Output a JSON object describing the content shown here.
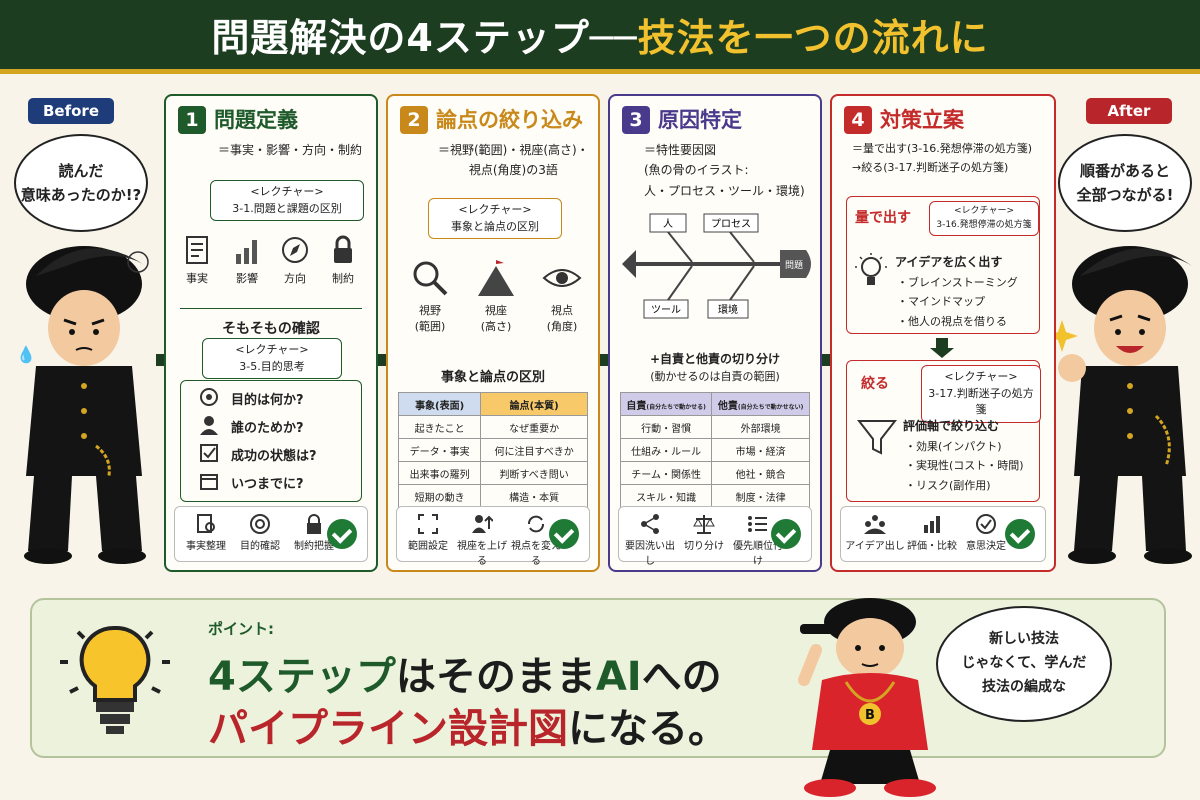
{
  "header": {
    "title_main": "問題解決の4ステップ──",
    "title_accent": "技法を一つの流れに"
  },
  "before": {
    "label": "Before",
    "bubble_l1": "読んだ",
    "bubble_l2": "意味あったのか!?"
  },
  "after": {
    "label": "After",
    "bubble_l1": "順番があると",
    "bubble_l2": "全部つながる!"
  },
  "colors": {
    "step1": "#1f5a2a",
    "step2": "#c8891a",
    "step3": "#4a3a8c",
    "step4": "#c42b2b",
    "dark_green": "#1c3d20",
    "navy": "#1e3b7a"
  },
  "step1": {
    "num": "1",
    "title": "問題定義",
    "desc": "＝事実・影響・方向・制約",
    "lecture_head": "<レクチャー>",
    "lecture_body": "3-1.問題と課題の区別",
    "icons": [
      "事実",
      "影響",
      "方向",
      "制約"
    ],
    "confirm_title": "そもそもの確認",
    "confirm_lecture_head": "<レクチャー>",
    "confirm_lecture_body": "3-5.目的思考",
    "questions": [
      "目的は何か?",
      "誰のためか?",
      "成功の状態は?",
      "いつまでに?"
    ],
    "footer": [
      "事実整理",
      "目的確認",
      "制約把握"
    ]
  },
  "step2": {
    "num": "2",
    "title": "論点の絞り込み",
    "desc_l1": "＝視野(範囲)・視座(高さ)・",
    "desc_l2": "視点(角度)の3語",
    "lecture_head": "<レクチャー>",
    "lecture_body": "事象と論点の区別",
    "icons": [
      {
        "l1": "視野",
        "l2": "(範囲)"
      },
      {
        "l1": "視座",
        "l2": "(高さ)"
      },
      {
        "l1": "視点",
        "l2": "(角度)"
      }
    ],
    "table_title": "事象と論点の区別",
    "table_head": [
      "事象(表面)",
      "論点(本質)"
    ],
    "table_rows": [
      [
        "起きたこと",
        "なぜ重要か"
      ],
      [
        "データ・事実",
        "何に注目すべきか"
      ],
      [
        "出来事の羅列",
        "判断すべき問い"
      ],
      [
        "短期の動き",
        "構造・本質"
      ]
    ],
    "footer": [
      "範囲設定",
      "視座を上げる",
      "視点を変える"
    ]
  },
  "step3": {
    "num": "3",
    "title": "原因特定",
    "desc_l1": "＝特性要因図",
    "desc_l2": "(魚の骨のイラスト:",
    "desc_l3": "人・プロセス・ツール・環境)",
    "fish": {
      "top1": "人",
      "top2": "プロセス",
      "bottom1": "ツール",
      "bottom2": "環境",
      "head": "問題"
    },
    "split_title": "+自責と他責の切り分け",
    "split_sub": "(動かせるのは自責の範囲)",
    "table_head": [
      "自責",
      "(自分たちで動かせる)",
      "他責",
      "(自分たちで動かせない)"
    ],
    "table_rows": [
      [
        "行動・習慣",
        "外部環境"
      ],
      [
        "仕組み・ルール",
        "市場・経済"
      ],
      [
        "チーム・関係性",
        "他社・競合"
      ],
      [
        "スキル・知識",
        "制度・法律"
      ]
    ],
    "footer": [
      "要因洗い出し",
      "切り分け",
      "優先順位付け"
    ]
  },
  "step4": {
    "num": "4",
    "title": "対策立案",
    "desc_l1": "＝量で出す(3-16.発想停滞の処方箋)",
    "desc_l2": "→絞る(3-17.判断迷子の処方箋)",
    "qty_title": "量で出す",
    "qty_lecture_head": "<レクチャー>",
    "qty_lecture_body": "3-16.発想停滞の処方箋",
    "qty_head": "アイデアを広く出す",
    "qty_items": [
      "・ブレインストーミング",
      "・マインドマップ",
      "・他人の視点を借りる"
    ],
    "narrow_title": "絞る",
    "narrow_lecture_head": "<レクチャー>",
    "narrow_lecture_body": "3-17.判断迷子の処方箋",
    "narrow_head": "評価軸で絞り込む",
    "narrow_items": [
      "・効果(インパクト)",
      "・実現性(コスト・時間)",
      "・リスク(副作用)"
    ],
    "footer": [
      "アイデア出し",
      "評価・比較",
      "意思決定"
    ]
  },
  "point": {
    "label": "ポイント:",
    "line1_a": "4ステップ",
    "line1_b": "はそのまま",
    "line1_c": "AI",
    "line1_d": "への",
    "line2_a": "パイプライン設計図",
    "line2_b": "になる。"
  },
  "mascot": {
    "bubble_l1": "新しい技法",
    "bubble_l2": "じゃなくて、学んだ",
    "bubble_l3": "技法の編成な",
    "badge": "B"
  }
}
